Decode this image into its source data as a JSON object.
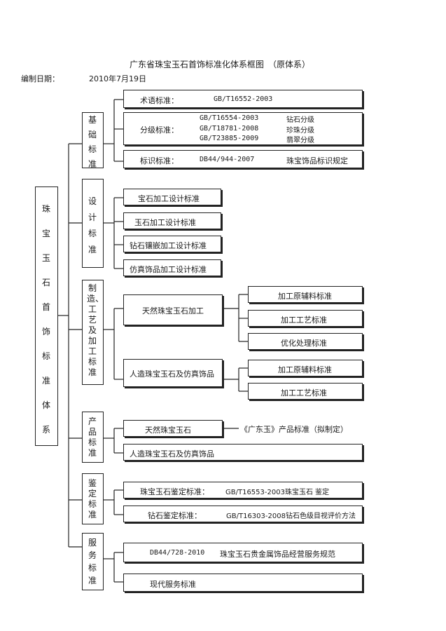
{
  "title": "广东省珠宝玉石首饰标准化体系框图　（原体系）",
  "date_label": "编制日期：",
  "date_value": "2010年7月19日",
  "root": "珠宝玉石首饰标准体系",
  "sections": {
    "basic": {
      "label": "基础标准",
      "items": {
        "terms": {
          "label": "术语标准：",
          "code": "GB/T16552-2003"
        },
        "grading": {
          "label": "分级标准：",
          "rows": [
            {
              "code": "GB/T16554-2003",
              "name": "钻石分级"
            },
            {
              "code": "GB/T18781-2008",
              "name": "珍珠分级"
            },
            {
              "code": "GB/T23885-2009",
              "name": "翡翠分级"
            }
          ]
        },
        "marking": {
          "label": "标识标准：",
          "code": "DB44/944-2007",
          "name": "珠宝饰品标识规定"
        }
      }
    },
    "design": {
      "label": "设计标准",
      "items": [
        "宝石加工设计标准",
        "玉石加工设计标准",
        "钻石镶嵌加工设计标准",
        "仿真饰品加工设计标准"
      ]
    },
    "manufacture": {
      "label": "制造、工艺及加工标准",
      "natural": "天然珠宝玉石加工",
      "natural_items": [
        "加工原辅料标准",
        "加工工艺标准",
        "优化处理标准"
      ],
      "synthetic": "人造珠宝玉石及仿真饰品",
      "synthetic_items": [
        "加工原辅料标准",
        "加工工艺标准"
      ]
    },
    "product": {
      "label": "产品标准",
      "natural": "天然珠宝玉石",
      "natural_std": "《广东玉》产品标准（拟制定）",
      "synthetic": "人造珠宝玉石及仿真饰品"
    },
    "identification": {
      "label": "鉴定标准",
      "jade": {
        "label": "珠宝玉石鉴定标准：",
        "text": "GB/T16553-2003珠宝玉石 鉴定"
      },
      "diamond": {
        "label": "钻石鉴定标准：",
        "text": "GB/T16303-2008钻石色级目视评价方法"
      }
    },
    "service": {
      "label": "服务标准",
      "items": [
        {
          "code": "DB44/728-2010",
          "name": "珠宝玉石贵金属饰品经营服务规范"
        },
        {
          "name": "现代服务标准"
        }
      ]
    }
  }
}
